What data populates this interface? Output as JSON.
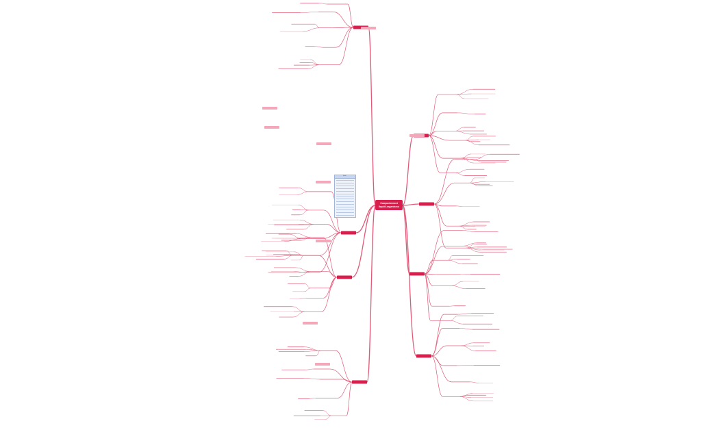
{
  "central_topic": [
    "Comportement",
    "liquidi-organismo"
  ],
  "main_branches": [
    {
      "id": "r1"
    },
    {
      "id": "r2"
    },
    {
      "id": "r3"
    },
    {
      "id": "r4"
    },
    {
      "id": "l1"
    },
    {
      "id": "l2"
    },
    {
      "id": "l3"
    },
    {
      "id": "l4"
    }
  ],
  "colors": {
    "accent": "#d81e4c",
    "line": "#e05a78",
    "node_fill": "#f4a7b9",
    "text_faint": "#f2b8c6",
    "table_fill": "#eef3fb"
  },
  "inset_table": {
    "header": "Fonti"
  }
}
